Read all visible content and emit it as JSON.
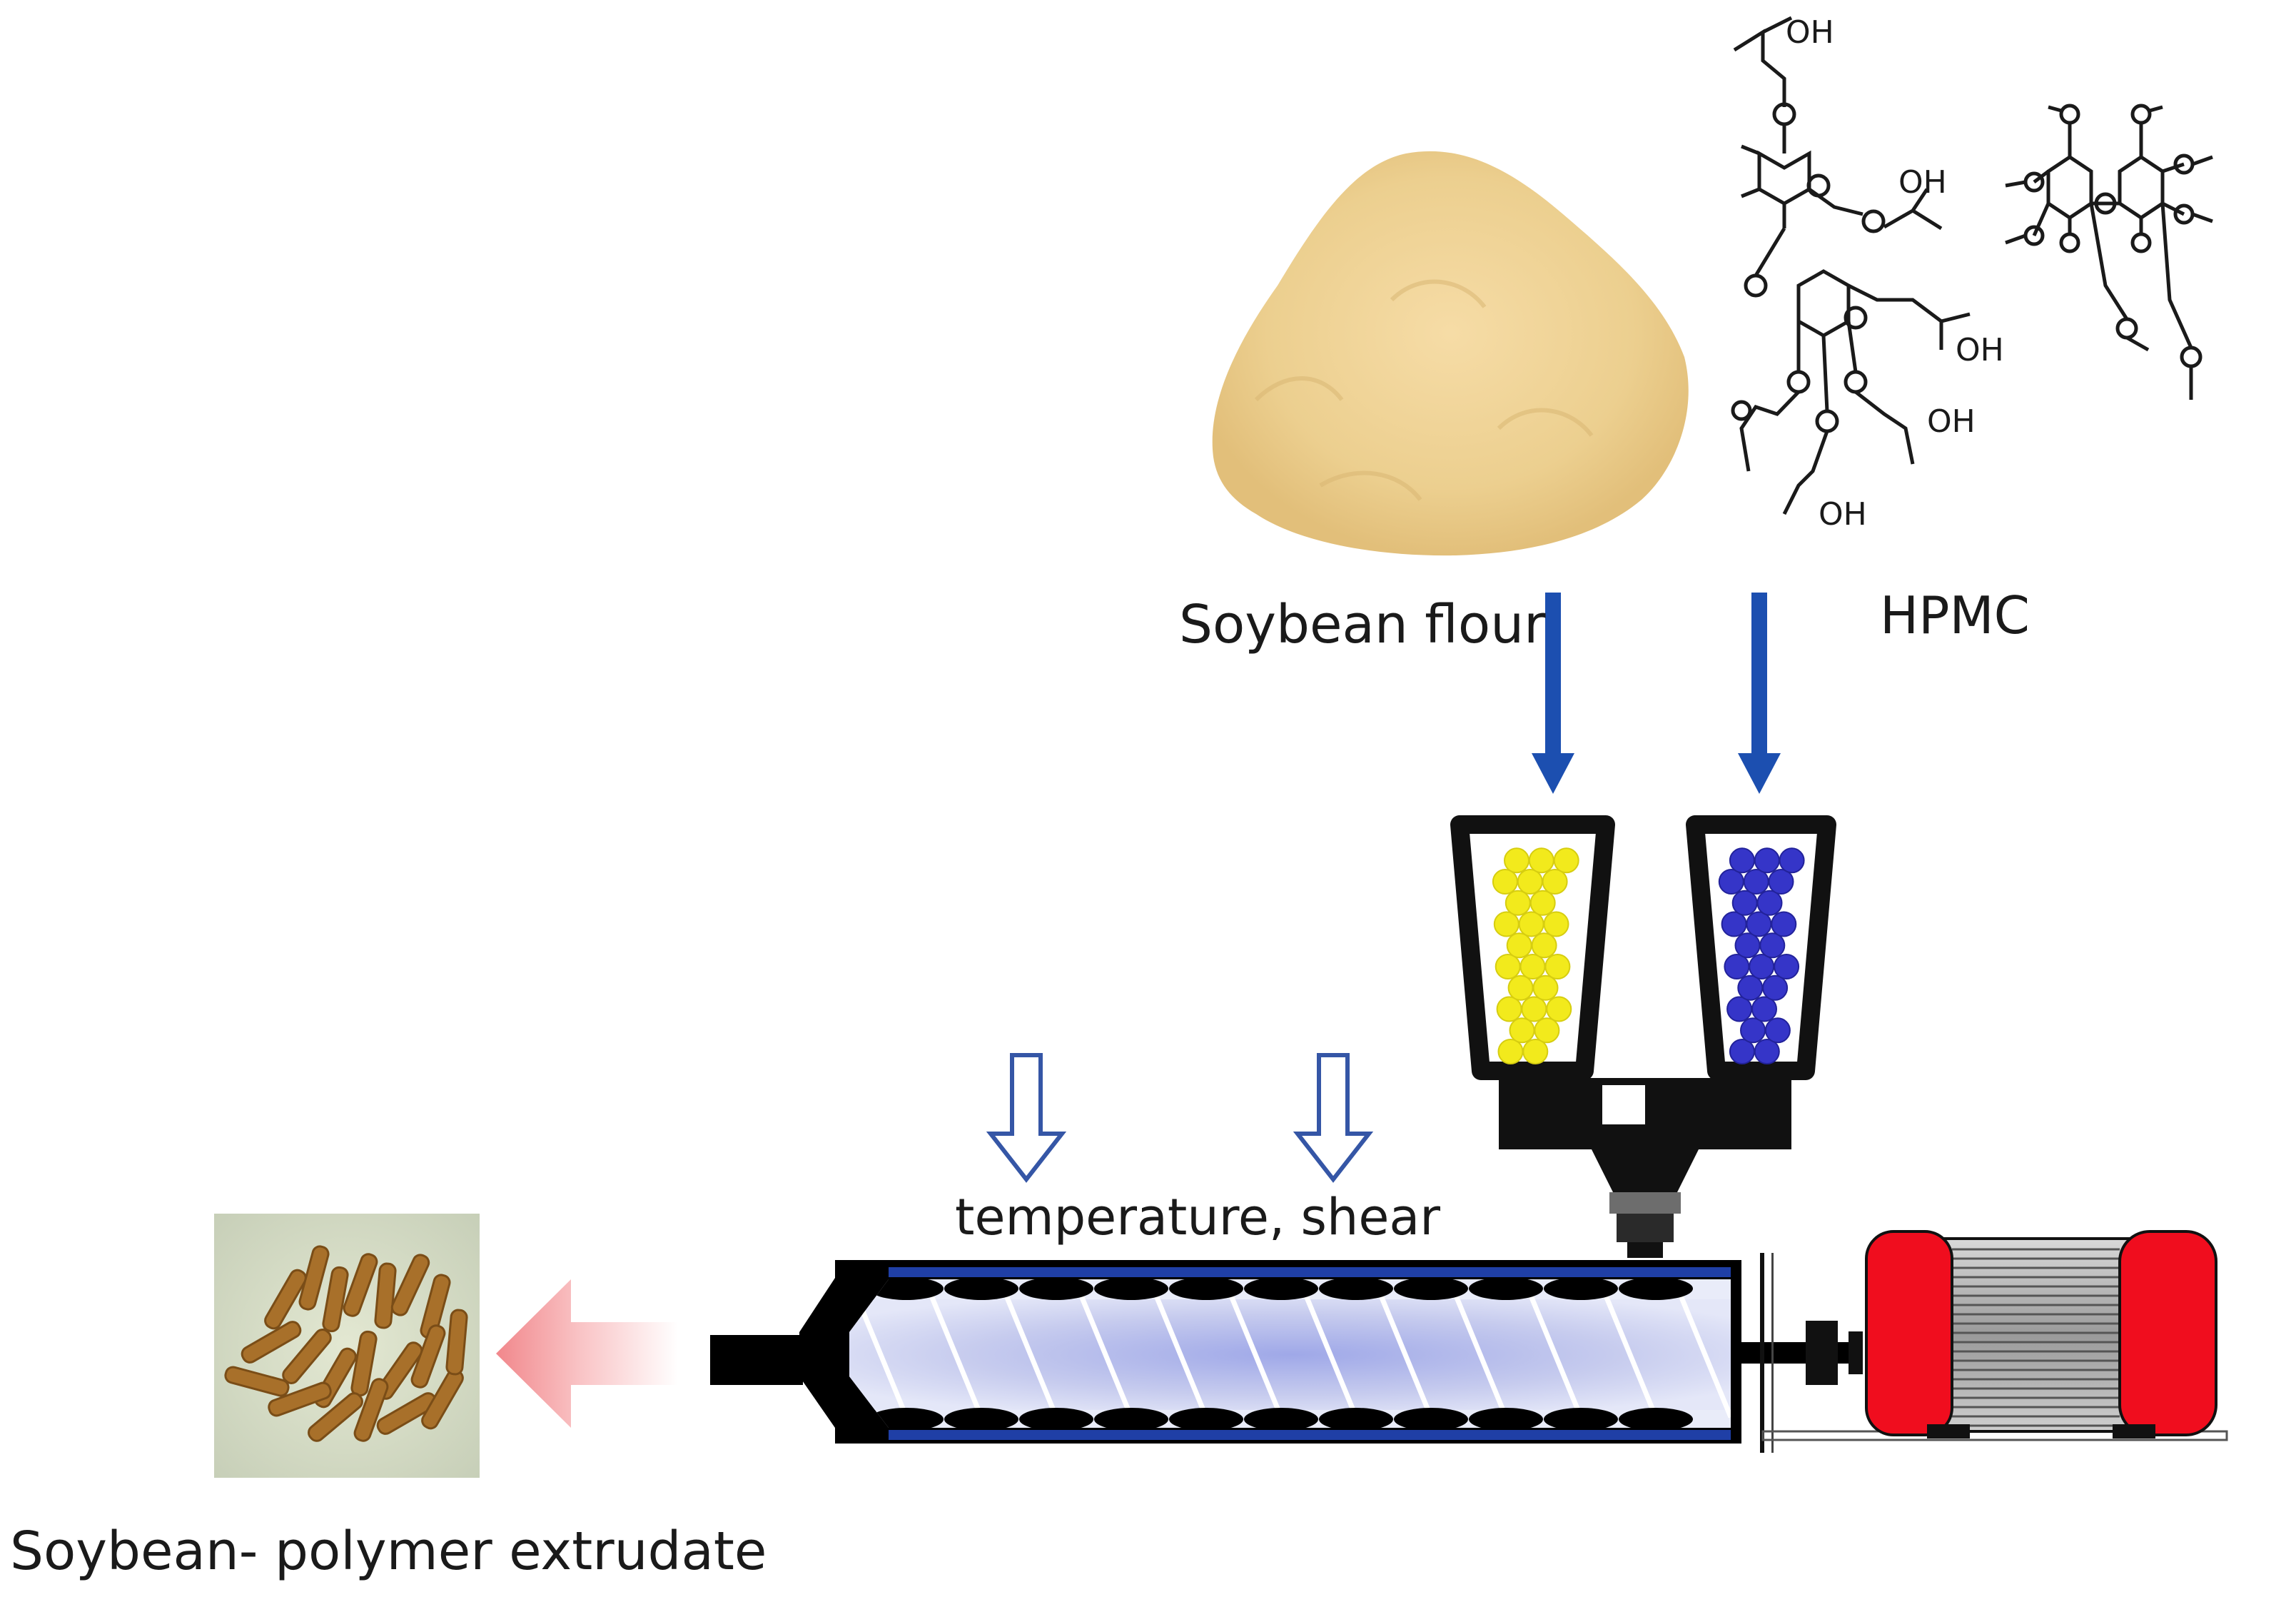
{
  "labels": {
    "soybean_flour": "Soybean flour",
    "hpmc": "HPMC",
    "process_conditions": "temperature, shear",
    "product": "Soybean- polymer extrudate"
  },
  "hpmc_structure": {
    "hydroxyl_label": "OH",
    "oxygen_label": "O"
  },
  "colors": {
    "feed_arrow": "#1c4fb0",
    "soy_hopper_particles": "#f2ea1c",
    "hpmc_hopper_particles": "#3535c8",
    "motor_caps": "#f00d1e",
    "barrel_outline": "#0b1f66",
    "output_arrow": "#f6a3a6",
    "soybean_powder": "#eccf8f",
    "extrudate": "#a8702a"
  }
}
